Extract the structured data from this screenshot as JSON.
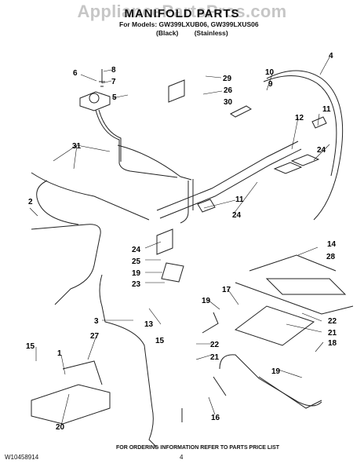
{
  "watermark": "AppliancePartsPros.com",
  "header": {
    "title": "MANIFOLD PARTS",
    "models_line": "For Models: GW399LXUB06, GW399LXUS06",
    "variant_black": "(Black)",
    "variant_stainless": "(Stainless)"
  },
  "callouts": [
    "8",
    "7",
    "6",
    "5",
    "29",
    "10",
    "26",
    "9",
    "30",
    "4",
    "11",
    "12",
    "31",
    "24",
    "2",
    "11",
    "24",
    "24",
    "14",
    "28",
    "25",
    "19",
    "23",
    "17",
    "19",
    "13",
    "22",
    "3",
    "21",
    "15",
    "18",
    "22",
    "15",
    "1",
    "27",
    "21",
    "19",
    "16",
    "20"
  ],
  "footer": {
    "doc_number": "W10458914",
    "instruction": "FOR ORDERING INFORMATION REFER TO PARTS PRICE LIST",
    "page": "4"
  }
}
